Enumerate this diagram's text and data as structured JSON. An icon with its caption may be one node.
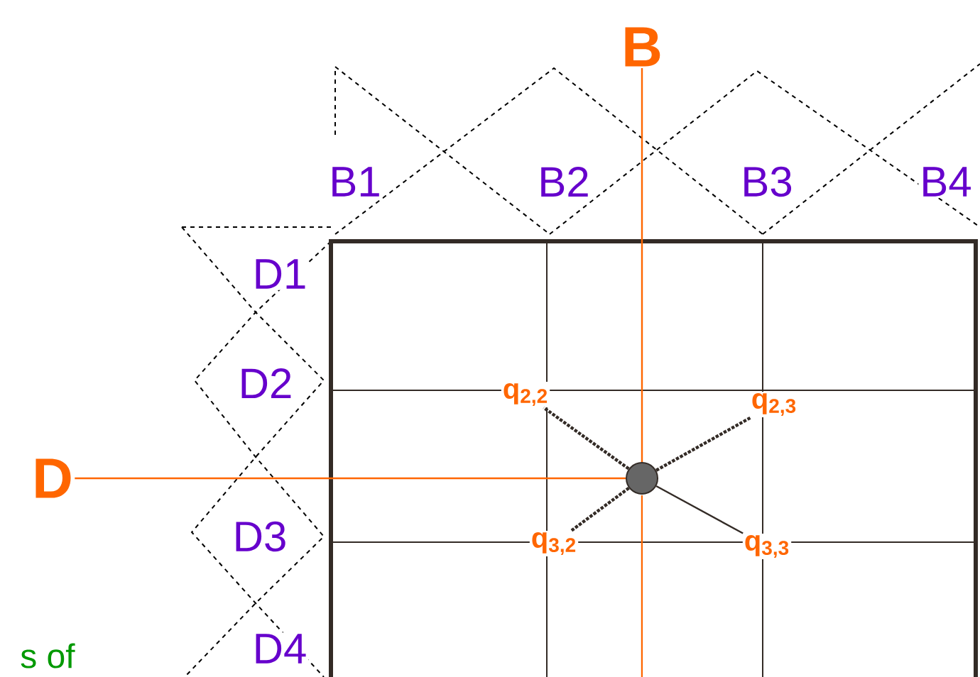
{
  "diagram": {
    "nodes": [
      {
        "text": [
          "B"
        ]
      },
      {
        "text": [
          "q$_{2,2}$"
        ]
      },
      {
        "text": [
          "q$_{2,3}$"
        ]
      },
      {
        "text": [
          "D"
        ]
      },
      {
        "text": [],
        "shape": "circle"
      },
      {
        "text": [
          "q$_{3,2}$"
        ]
      },
      {
        "text": [
          "q$_{3,3}$"
        ]
      }
    ],
    "edges": [
      {
        "from": 0,
        "to": 4,
        "arrow": "none",
        "color": "#ff6600"
      },
      {
        "from": 3,
        "to": 4,
        "arrow": "none",
        "color": "#ff6600"
      },
      {
        "from": 4,
        "to": 1,
        "arrow": "none",
        "style": "dashed"
      },
      {
        "from": 4,
        "to": 2,
        "arrow": "none",
        "style": "dashed"
      },
      {
        "from": 4,
        "to": 5,
        "arrow": "none",
        "style": "dashed"
      },
      {
        "from": 4,
        "to": 6,
        "arrow": "none"
      }
    ],
    "labels": [
      "B1",
      "B2",
      "B3",
      "B4",
      "D1",
      "D2",
      "D3",
      "s of",
      "D4"
    ]
  }
}
